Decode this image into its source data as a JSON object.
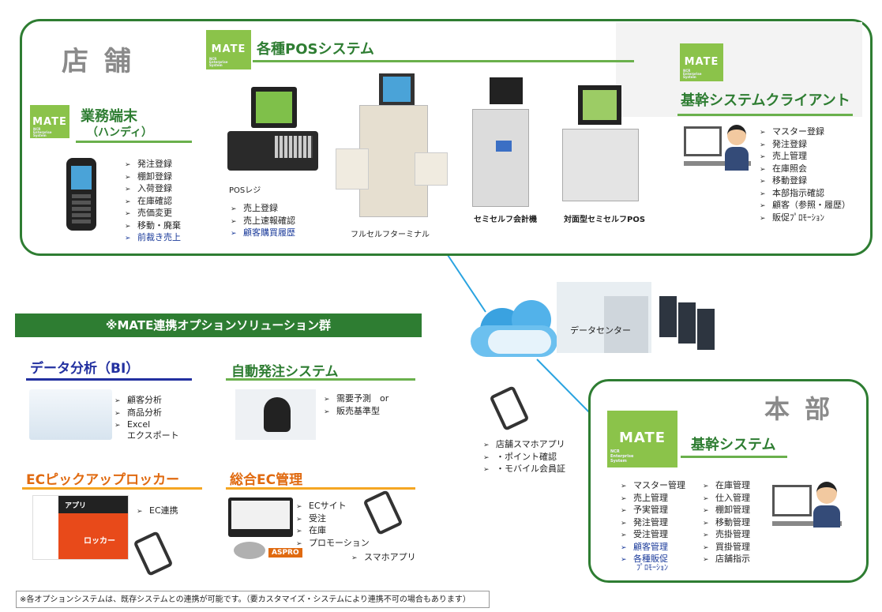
{
  "store": {
    "title": "店 舗",
    "handy": {
      "title": "業務端末",
      "subtitle": "（ハンディ）",
      "items": [
        {
          "text": "発注登録",
          "blue": false
        },
        {
          "text": "棚卸登録",
          "blue": false
        },
        {
          "text": "入荷登録",
          "blue": false
        },
        {
          "text": "在庫確認",
          "blue": false
        },
        {
          "text": "売価変更",
          "blue": false
        },
        {
          "text": "移動・廃棄",
          "blue": false
        },
        {
          "text": "前裁き売上",
          "blue": true
        }
      ]
    },
    "pos": {
      "title": "各種POSシステム",
      "register_label": "POSレジ",
      "register_items": [
        {
          "text": "売上登録",
          "blue": false
        },
        {
          "text": "売上速報確認",
          "blue": false
        },
        {
          "text": "顧客購買履歴",
          "blue": true
        }
      ],
      "full_self_label": "フルセルフターミナル",
      "semi_self_label": "セミセルフ会計機",
      "face_self_label": "対面型セミセルフPOS"
    },
    "client": {
      "title": "基幹システムクライアント",
      "items": [
        {
          "text": "マスター登録",
          "blue": false
        },
        {
          "text": "発注登録",
          "blue": false
        },
        {
          "text": "売上管理",
          "blue": false
        },
        {
          "text": "在庫照会",
          "blue": false
        },
        {
          "text": "移動登録",
          "blue": false
        },
        {
          "text": "本部指示確認",
          "blue": false
        },
        {
          "text": "顧客（参照・履歴）",
          "blue": false
        },
        {
          "text": "販促ﾌﾟﾛﾓｰｼｮﾝ",
          "blue": false
        }
      ]
    }
  },
  "logo": {
    "text": "MATE",
    "sub1": "NCR",
    "sub2": "Enterprise",
    "sub3": "System"
  },
  "datacenter": {
    "label": "データセンター"
  },
  "smartphone": {
    "items": [
      {
        "text": "店舗スマホアプリ",
        "blue": false
      },
      {
        "text": "・ポイント確認",
        "blue": false
      },
      {
        "text": "・モバイル会員証",
        "blue": false
      }
    ]
  },
  "options": {
    "banner": "※MATE連携オプションソリューション群",
    "bi": {
      "title": "データ分析（BI）",
      "items": [
        {
          "text": "顧客分析",
          "blue": false
        },
        {
          "text": "商品分析",
          "blue": false
        },
        {
          "text": "Excel",
          "blue": false
        }
      ],
      "export_line": "エクスポート"
    },
    "auto": {
      "title": "自動発注システム",
      "items": [
        {
          "text": "需要予測　or",
          "blue": false
        },
        {
          "text": "販売基準型",
          "blue": false
        }
      ]
    },
    "locker": {
      "title": "ECピックアップロッカー",
      "items": [
        {
          "text": "EC連携",
          "blue": false
        }
      ],
      "img_line1": "アプリ",
      "img_line2": "ロッカー"
    },
    "ec": {
      "title": "総合EC管理",
      "items": [
        {
          "text": "ECサイト",
          "blue": false
        },
        {
          "text": "受注",
          "blue": false
        },
        {
          "text": "在庫",
          "blue": false
        },
        {
          "text": "プロモーション",
          "blue": false
        }
      ],
      "app_item": "スマホアプリ",
      "aspro": "ASPRO"
    }
  },
  "hq": {
    "title": "本 部",
    "system_title": "基幹システム",
    "col1": [
      {
        "text": "マスター管理",
        "blue": false
      },
      {
        "text": "売上管理",
        "blue": false
      },
      {
        "text": "予実管理",
        "blue": false
      },
      {
        "text": "発注管理",
        "blue": false
      },
      {
        "text": "受注管理",
        "blue": false
      },
      {
        "text": "顧客管理",
        "blue": true
      },
      {
        "text": "各種販促",
        "blue": true
      }
    ],
    "col1_tail": "ﾌﾟﾛﾓｰｼｮﾝ",
    "col2": [
      {
        "text": "在庫管理",
        "blue": false
      },
      {
        "text": "仕入管理",
        "blue": false
      },
      {
        "text": "棚卸管理",
        "blue": false
      },
      {
        "text": "移動管理",
        "blue": false
      },
      {
        "text": "売掛管理",
        "blue": false
      },
      {
        "text": "買掛管理",
        "blue": false
      },
      {
        "text": "店舗指示",
        "blue": false
      }
    ]
  },
  "footnote": "※各オプションシステムは、既存システムとの連携が可能です。（要カスタマイズ・システムにより連携不可の場合もあります）",
  "colors": {
    "green_dark": "#2e7d32",
    "green_light": "#8bc34a",
    "blue_text": "#1a3a9a",
    "bi_blue": "#2230a0",
    "orange": "#e06a10",
    "cloud_line": "#29a3e0"
  }
}
